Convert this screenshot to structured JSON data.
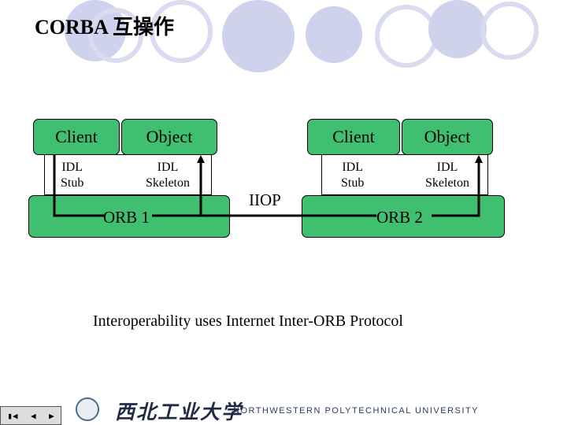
{
  "title": "CORBA 互操作",
  "left": {
    "client": "Client",
    "object": "Object",
    "stub_line1": "IDL",
    "stub_line2": "Stub",
    "skel_line1": "IDL",
    "skel_line2": "Skeleton",
    "orb": "ORB 1"
  },
  "right": {
    "client": "Client",
    "object": "Object",
    "stub_line1": "IDL",
    "stub_line2": "Stub",
    "skel_line1": "IDL",
    "skel_line2": "Skeleton",
    "orb": "ORB 2"
  },
  "iiop": "IIOP",
  "caption": "Interoperability uses Internet Inter-ORB Protocol",
  "footer": {
    "university": "NORTHWESTERN POLYTECHNICAL UNIVERSITY",
    "chinese_name": "西北工业大学"
  },
  "colors": {
    "box_green": "#3fbf6f",
    "circle_fill": "#cfd2ec",
    "circle_outline": "#d9dbef"
  },
  "icons": [
    "nav-controls-icon",
    "university-emblem-icon"
  ]
}
